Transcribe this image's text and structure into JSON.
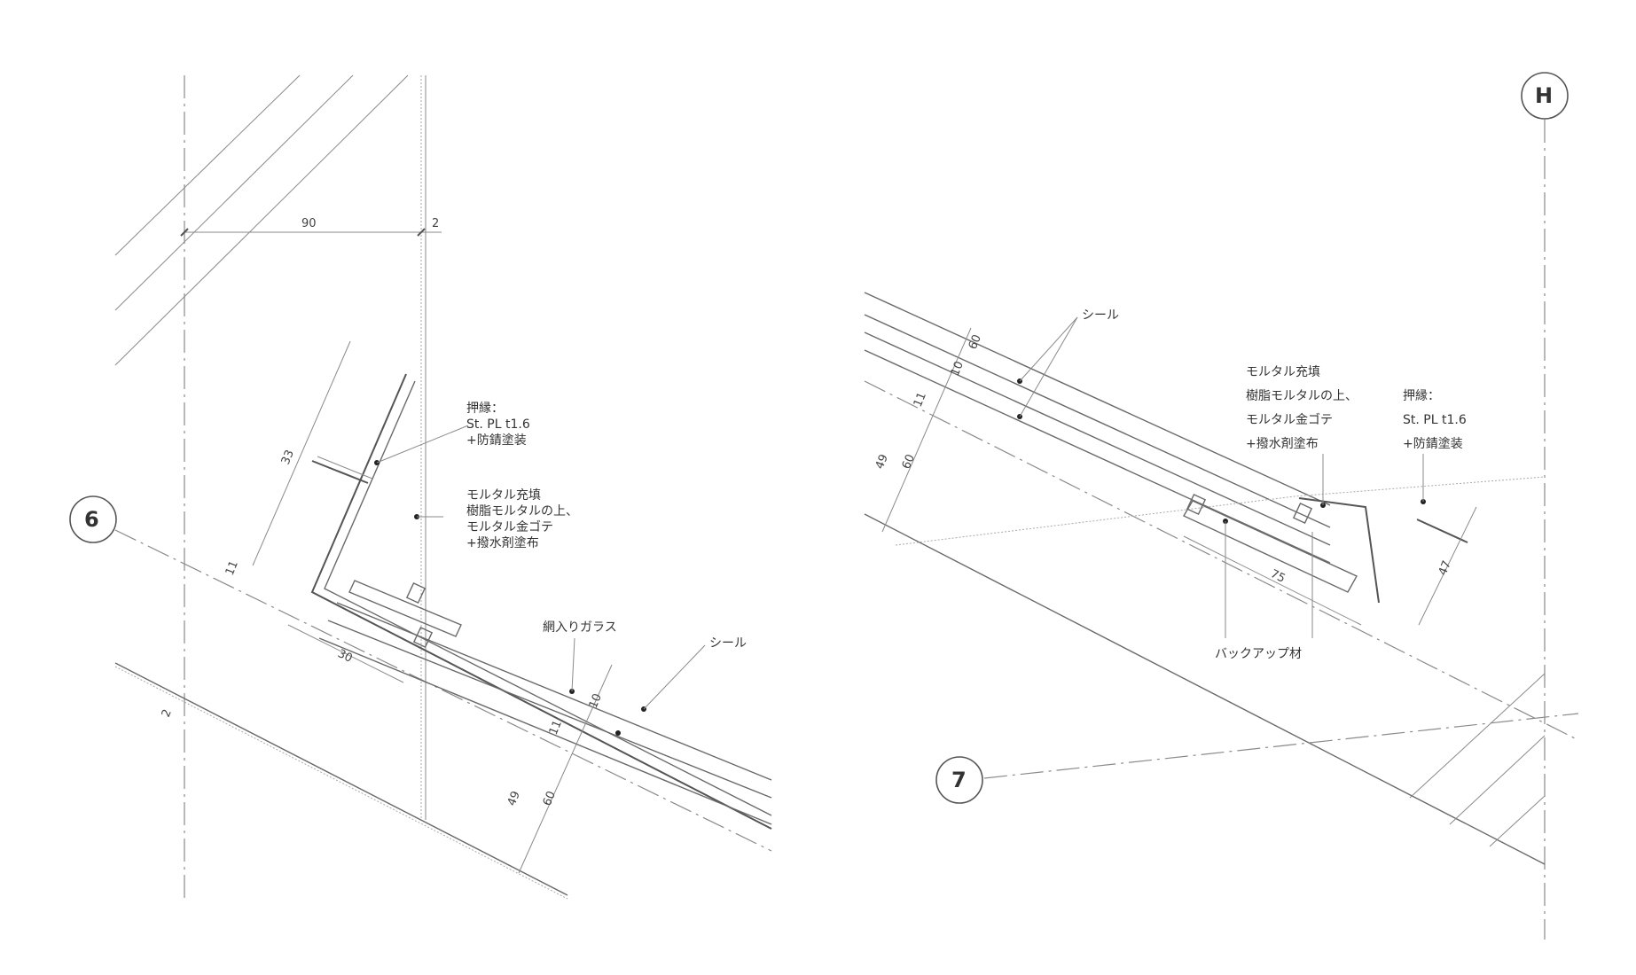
{
  "grid_labels": {
    "left": "6",
    "right_bottom": "7",
    "right_top": "H"
  },
  "dimensions": {
    "d90": "90",
    "d2": "2",
    "d33": "33",
    "d11a": "11",
    "d30": "30",
    "d10": "10",
    "d11b": "11",
    "d49": "49",
    "d60": "60",
    "d2b": "2",
    "r_d60": "60",
    "r_d10": "10",
    "r_d11": "11",
    "r_d49": "49",
    "r_d60b": "60",
    "r_d75": "75",
    "r_d47": "47"
  },
  "left_annotations": {
    "oshibuchi": [
      "押縁：",
      "St. PL t1.6",
      "+防錆塗装"
    ],
    "mortar": [
      "モルタル充填",
      "樹脂モルタルの上、",
      "モルタル金ゴテ",
      "+撥水剤塗布"
    ],
    "glass": "網入りガラス",
    "seal": "シール"
  },
  "right_annotations": {
    "seal": "シール",
    "mortar": [
      "モルタル充填",
      "樹脂モルタルの上、",
      "モルタル金ゴテ",
      "+撥水剤塗布"
    ],
    "oshibuchi": [
      "押縁：",
      "St. PL t1.6",
      "+防錆塗装"
    ],
    "backup": "バックアップ材"
  }
}
